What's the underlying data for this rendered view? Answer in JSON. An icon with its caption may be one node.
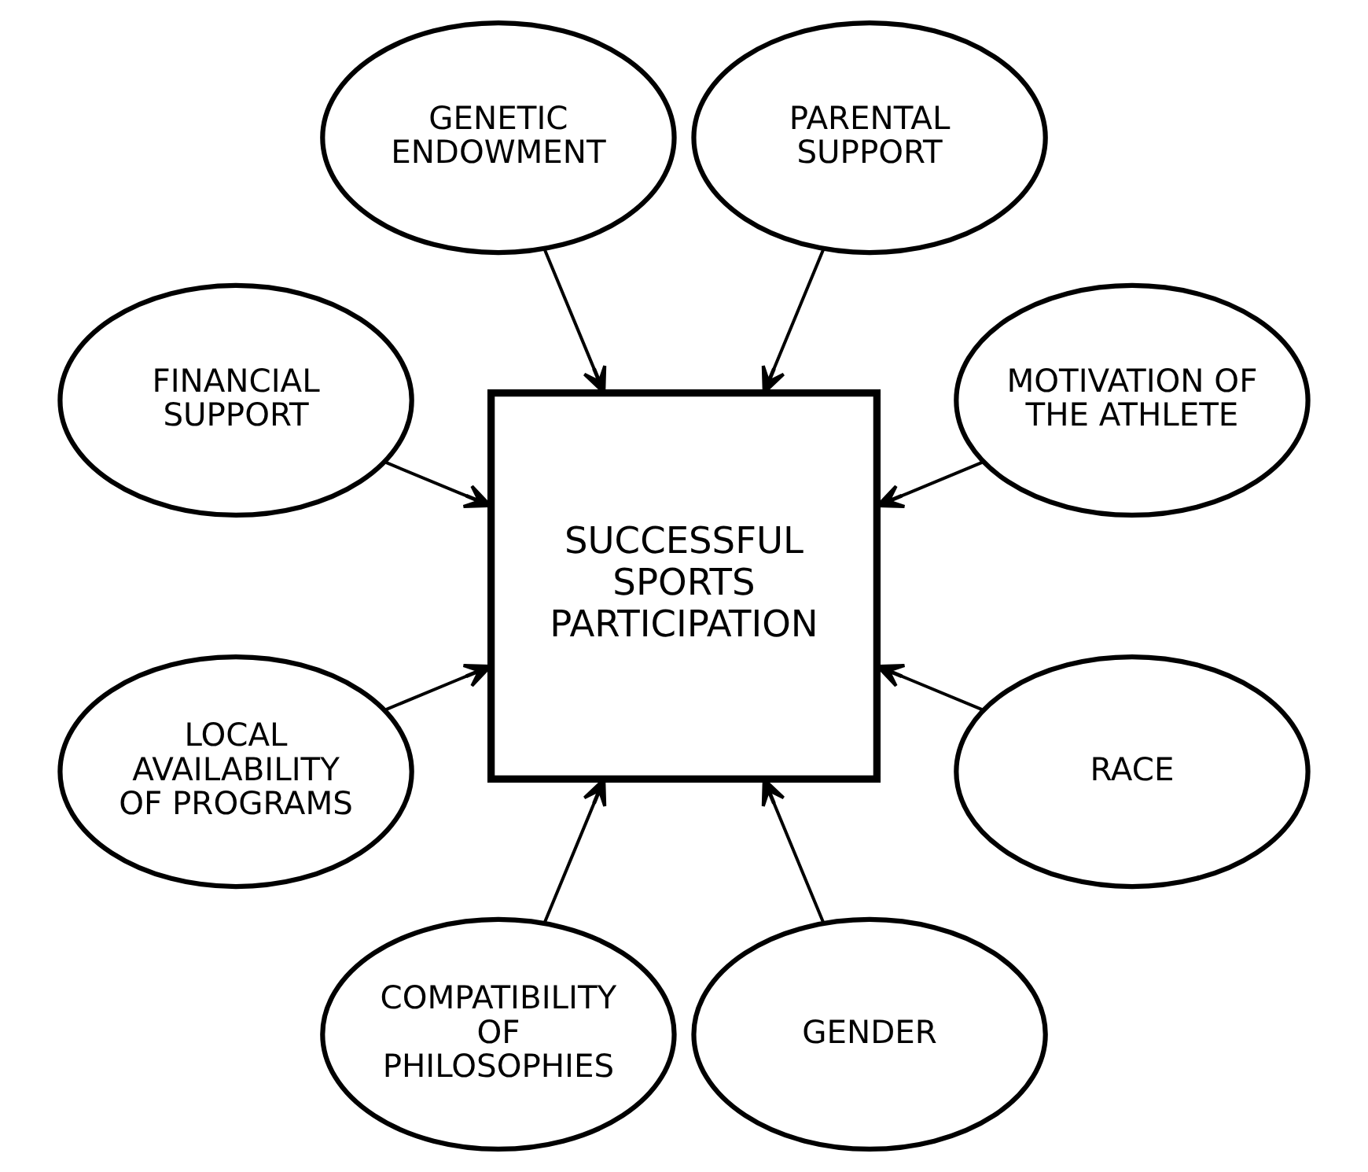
{
  "diagram": {
    "nodes": [
      {
        "text": [
          "MOTIVATION OF THE ATHLETE"
        ]
      },
      {
        "text": [
          "PARENTAL SUPPORT"
        ]
      },
      {
        "text": [
          "GENETIC ENDOWMENT"
        ]
      },
      {
        "text": [
          "SUCCESSFUL SPORTS PARTICIPATION"
        ]
      },
      {
        "text": [
          "FINANCIAL SUPPORT"
        ]
      },
      {
        "text": [
          "LOCAL AVAILABILITY OF PROGRAMS"
        ]
      },
      {
        "text": [
          "COMPATIBILITY OF PHILOSOPHIES"
        ]
      },
      {
        "text": [
          "GENDER"
        ]
      },
      {
        "text": [
          "RACE"
        ]
      }
    ],
    "edges": [
      {
        "from": 0,
        "to": 3,
        "arrow": "to"
      },
      {
        "from": 1,
        "to": 3,
        "arrow": "to"
      },
      {
        "from": 2,
        "to": 3,
        "arrow": "to"
      },
      {
        "from": 4,
        "to": 3,
        "arrow": "to"
      },
      {
        "from": 5,
        "to": 3,
        "arrow": "to"
      },
      {
        "from": 6,
        "to": 3,
        "arrow": "to"
      },
      {
        "from": 7,
        "to": 3,
        "arrow": "to"
      },
      {
        "from": 8,
        "to": 3,
        "arrow": "to"
      }
    ]
  }
}
